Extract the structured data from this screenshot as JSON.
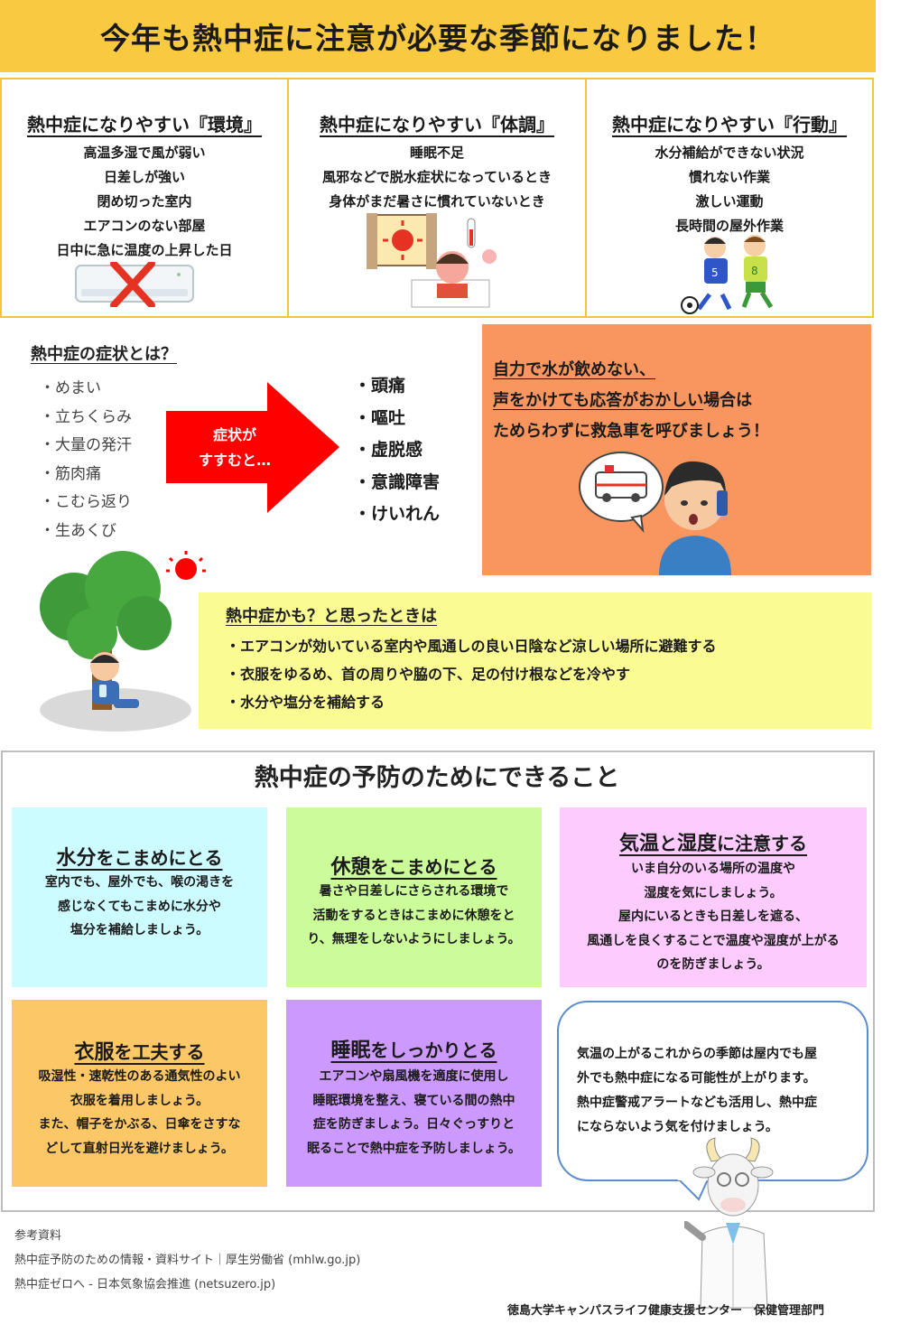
{
  "header": {
    "title": "今年も熱中症に注意が必要な季節になりました！"
  },
  "risk": {
    "environment": {
      "title": "熱中症になりやすい『環境』",
      "items": [
        "高温多湿で風が弱い",
        "日差しが強い",
        "閉め切った室内",
        "エアコンのない部屋",
        "日中に急に温度の上昇した日"
      ]
    },
    "condition": {
      "title": "熱中症になりやすい『体調』",
      "items": [
        "睡眠不足",
        "風邪などで脱水症状になっているとき",
        "身体がまだ暑さに慣れていないとき"
      ]
    },
    "behavior": {
      "title": "熱中症になりやすい『行動』",
      "items": [
        "水分補給ができない状況",
        "慣れない作業",
        "激しい運動",
        "長時間の屋外作業"
      ]
    }
  },
  "symptoms": {
    "title": "熱中症の症状とは？",
    "early": [
      "・めまい",
      "・立ちくらみ",
      "・大量の発汗",
      "・筋肉痛",
      "・こむら返り",
      "・生あくび"
    ],
    "arrow_line1": "症状が",
    "arrow_line2": "すすむと…",
    "severe": [
      "・頭痛",
      "・嘔吐",
      "・虚脱感",
      "・意識障害",
      "・けいれん"
    ]
  },
  "emergency": {
    "line1": "自力で水が飲めない、",
    "line2_underlined": "声をかけても応答がおかしい",
    "line2_rest": "場合は",
    "line3": "ためらわずに救急車を呼びましょう！"
  },
  "advice": {
    "title": "熱中症かも？と思ったときは",
    "items": [
      "・エアコンが効いている室内や風通しの良い日陰など涼しい場所に避難する",
      "・衣服をゆるめ、首の周りや脇の下、足の付け根などを冷やす",
      "・水分や塩分を補給する"
    ]
  },
  "prevention": {
    "title": "熱中症の予防のためにできること",
    "water": {
      "title_main": "水分",
      "title_rest": "をこまめにとる",
      "lines": [
        "室内でも、屋外でも、喉の渇きを",
        "感じなくてもこまめに水分や",
        "塩分を補給しましょう。"
      ]
    },
    "rest": {
      "title_main": "休憩",
      "title_rest": "をこまめにとる",
      "lines": [
        "暑さや日差しにさらされる環境で",
        "活動をするときはこまめに休憩をと",
        "り、無理をしないようにしましょう。"
      ]
    },
    "temperature": {
      "title_a": "気温",
      "title_b": "と",
      "title_c": "湿度",
      "title_d": "に注意する",
      "lines": [
        "いま自分のいる場所の温度や",
        "湿度を気にしましょう。",
        "屋内にいるときも日差しを遮る、",
        "風通しを良くすることで温度や湿度が上がる",
        "のを防ぎましょう。"
      ]
    },
    "clothing": {
      "title_main": "衣服",
      "title_rest": "を工夫する",
      "lines": [
        "吸湿性・速乾性のある通気性のよい",
        "衣服を着用しましょう。",
        "また、帽子をかぶる、日傘をさすな",
        "どして直射日光を避けましょう。"
      ]
    },
    "sleep": {
      "title_main": "睡眠",
      "title_rest": "をしっかりとる",
      "lines": [
        "エアコンや扇風機を適度に使用し",
        "睡眠環境を整え、寝ている間の熱中",
        "症を防ぎましょう。日々ぐっすりと",
        "眠ることで熱中症を予防しましょう。"
      ]
    },
    "bubble": {
      "lines": [
        "気温の上がるこれからの季節は屋内でも屋",
        "外でも熱中症になる可能性が上がります。",
        "熱中症警戒アラートなども活用し、熱中症",
        "にならないよう気を付けましょう。"
      ]
    }
  },
  "references": {
    "label": "参考資料",
    "items": [
      "熱中症予防のための情報・資料サイト｜厚生労働省 (mhlw.go.jp)",
      "熱中症ゼロへ - 日本気象協会推進 (netsuzero.jp)"
    ]
  },
  "footer": "徳島大学キャンパスライフ健康支援センター　保健管理部門",
  "colors": {
    "header": "#f9c940",
    "emergency": "#f9965f",
    "advice": "#fbfb94",
    "water": "#ccfcff",
    "rest": "#ccfc99",
    "temperature": "#fecbfe",
    "clothing": "#fcc766",
    "sleep": "#cc99ff",
    "bubble_border": "#5b8ccd"
  }
}
